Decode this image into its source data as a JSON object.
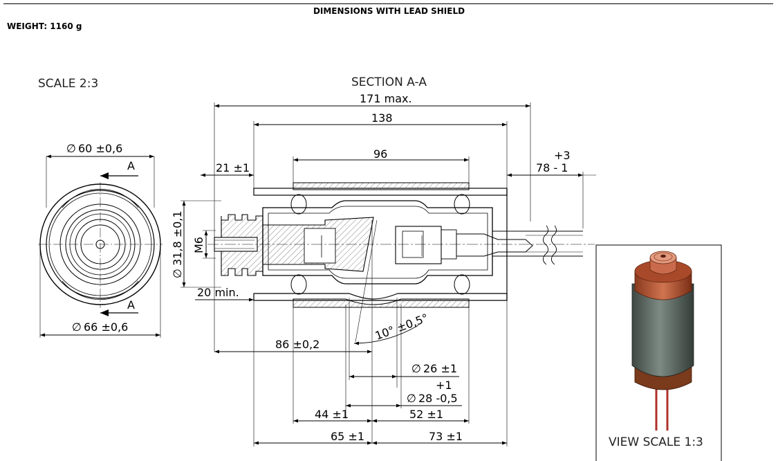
{
  "header": {
    "title": "DIMENSIONS WITH LEAD SHIELD",
    "weight": "WEIGHT: 1160 g"
  },
  "front_view": {
    "scale_label": "SCALE 2:3",
    "section_marker": "A",
    "dia_outer_top": "60 ±0,6",
    "dia_outer_bottom": "66 ±0,6",
    "diameter_symbol": "∅"
  },
  "section_view": {
    "title": "SECTION A-A",
    "dims": {
      "overall": "171 max.",
      "body": "138",
      "shield": "96",
      "lead_tol_plus": "+3",
      "lead": "78  - 1",
      "thread_len": "21 ±1",
      "flange_dia": "31,8 ±0,1",
      "thread": "M6",
      "min_len": "20 min.",
      "angle": "10° ±0,5°",
      "pos_86": "86 ±0,2",
      "dia_26": "26 ±1",
      "dia_28_tol_plus": "+1",
      "dia_28": "28  -0,5",
      "len_44": "44 ±1",
      "len_52": "52 ±1",
      "len_65": "65 ±1",
      "len_73": "73 ±1"
    }
  },
  "iso_view": {
    "label": "VIEW SCALE 1:3",
    "colors": {
      "body": "#5e6a63",
      "copper": "#c65a3a",
      "base": "#7a3a1c",
      "wire": "#b0302a"
    }
  }
}
